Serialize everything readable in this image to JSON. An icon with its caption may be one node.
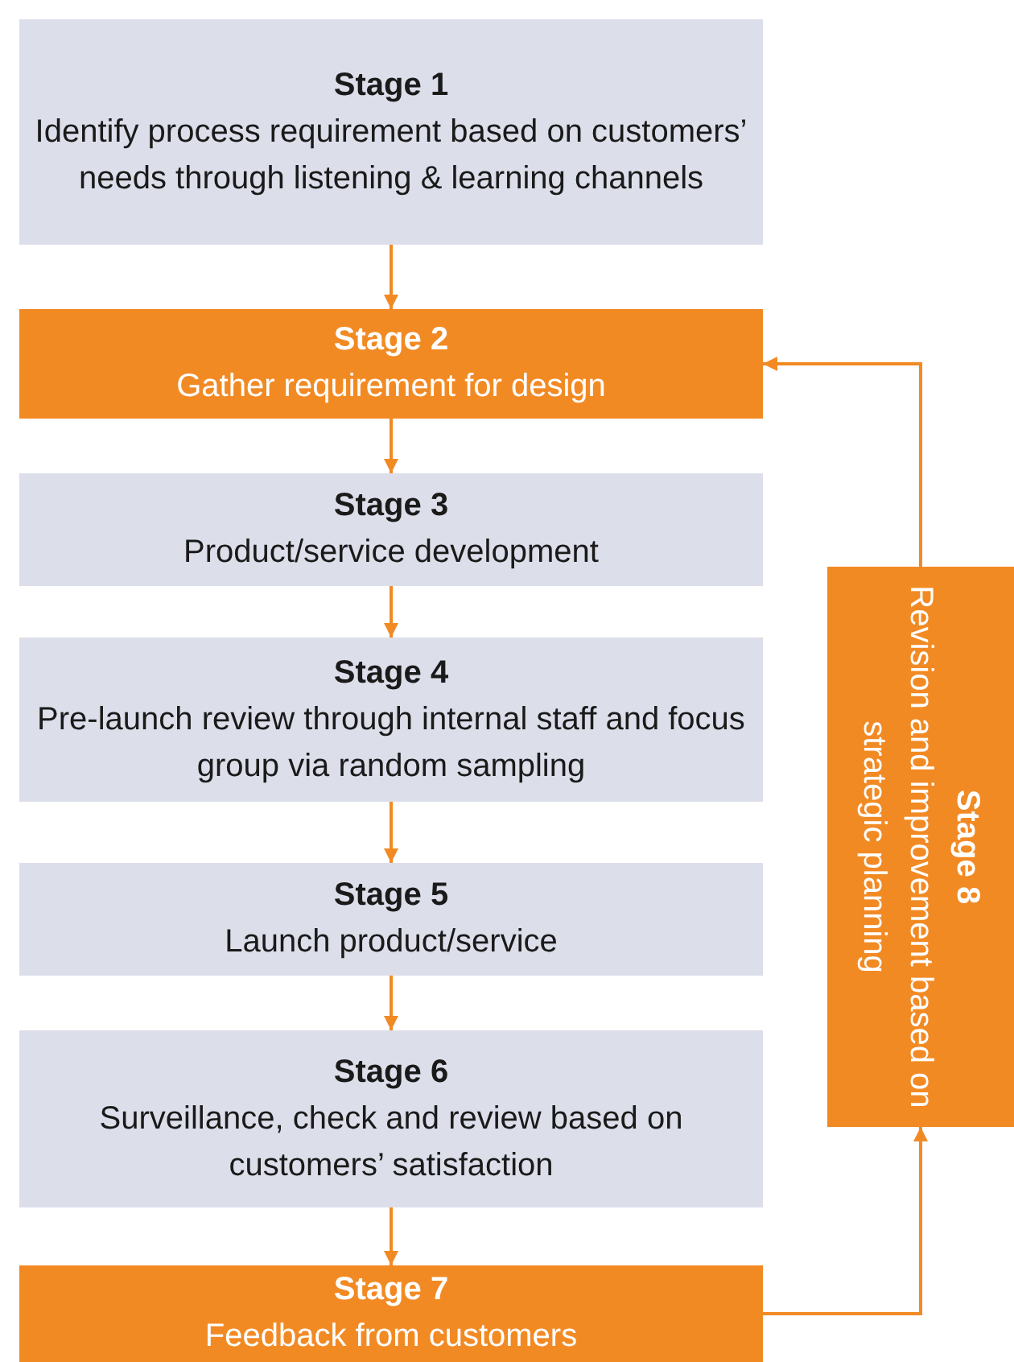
{
  "diagram": {
    "nodes": [
      {
        "text": [
          "Stage 1",
          "Identify process requirement based on customers’ needs through listening & learning channels"
        ]
      },
      {
        "text": [
          "Stage 2",
          "Gather requirement for design"
        ]
      },
      {
        "text": [
          "Stage 3",
          "Product/service development"
        ]
      },
      {
        "text": [
          "Stage 4",
          "Pre-launch review through internal staff and focus group via random sampling"
        ]
      },
      {
        "text": [
          "Stage 5",
          "Launch product/service"
        ]
      },
      {
        "text": [
          "Stage 6",
          "Surveillance, check and review based on customers’ satisfaction"
        ]
      },
      {
        "text": [
          "Stage 7",
          "Feedback from customers"
        ]
      },
      {
        "text": [
          "Stage 8",
          "Revision and improvement based on strategic planning"
        ]
      }
    ],
    "edges": [
      {
        "from": 0,
        "to": 1,
        "arrow": "to"
      },
      {
        "from": 1,
        "to": 2,
        "arrow": "to"
      },
      {
        "from": 2,
        "to": 3,
        "arrow": "to"
      },
      {
        "from": 3,
        "to": 4,
        "arrow": "to"
      },
      {
        "from": 4,
        "to": 5,
        "arrow": "to"
      },
      {
        "from": 5,
        "to": 6,
        "arrow": "to"
      },
      {
        "from": 6,
        "to": 7,
        "arrow": "to"
      },
      {
        "from": 7,
        "to": 1,
        "arrow": "to"
      }
    ]
  }
}
